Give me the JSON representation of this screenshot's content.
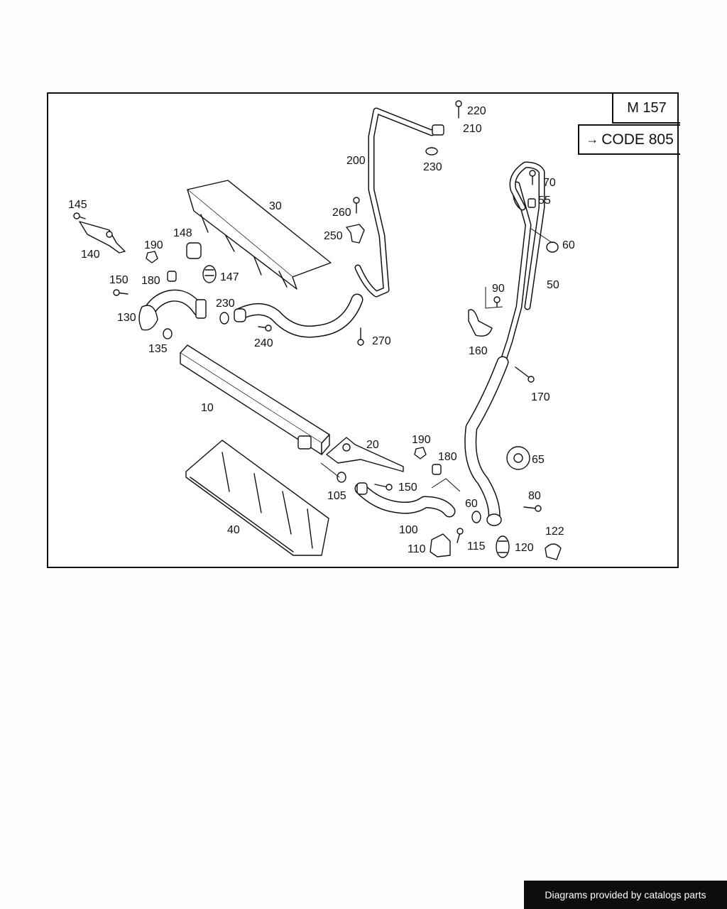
{
  "header": {
    "model": "M 157",
    "code_arrow": "→",
    "code": "CODE 805"
  },
  "callouts": [
    {
      "id": "c220",
      "text": "220"
    },
    {
      "id": "c210",
      "text": "210"
    },
    {
      "id": "c230a",
      "text": "230"
    },
    {
      "id": "c200",
      "text": "200"
    },
    {
      "id": "c70",
      "text": "70"
    },
    {
      "id": "c55",
      "text": "55"
    },
    {
      "id": "c60a",
      "text": "60"
    },
    {
      "id": "c50",
      "text": "50"
    },
    {
      "id": "c30",
      "text": "30"
    },
    {
      "id": "c260",
      "text": "260"
    },
    {
      "id": "c250",
      "text": "250"
    },
    {
      "id": "c145",
      "text": "145"
    },
    {
      "id": "c140",
      "text": "140"
    },
    {
      "id": "c190a",
      "text": "190"
    },
    {
      "id": "c148",
      "text": "148"
    },
    {
      "id": "c180a",
      "text": "180"
    },
    {
      "id": "c147",
      "text": "147"
    },
    {
      "id": "c150a",
      "text": "150"
    },
    {
      "id": "c130",
      "text": "130"
    },
    {
      "id": "c230b",
      "text": "230"
    },
    {
      "id": "c240",
      "text": "240"
    },
    {
      "id": "c270",
      "text": "270"
    },
    {
      "id": "c90",
      "text": "90"
    },
    {
      "id": "c160",
      "text": "160"
    },
    {
      "id": "c135",
      "text": "135"
    },
    {
      "id": "c170",
      "text": "170"
    },
    {
      "id": "c10",
      "text": "10"
    },
    {
      "id": "c20",
      "text": "20"
    },
    {
      "id": "c190b",
      "text": "190"
    },
    {
      "id": "c180b",
      "text": "180"
    },
    {
      "id": "c65",
      "text": "65"
    },
    {
      "id": "c105",
      "text": "105"
    },
    {
      "id": "c150b",
      "text": "150"
    },
    {
      "id": "c60b",
      "text": "60"
    },
    {
      "id": "c80",
      "text": "80"
    },
    {
      "id": "c40",
      "text": "40"
    },
    {
      "id": "c100",
      "text": "100"
    },
    {
      "id": "c122",
      "text": "122"
    },
    {
      "id": "c110",
      "text": "110"
    },
    {
      "id": "c115",
      "text": "115"
    },
    {
      "id": "c120",
      "text": "120"
    }
  ],
  "footer": {
    "text": "Diagrams provided by catalogs parts"
  }
}
